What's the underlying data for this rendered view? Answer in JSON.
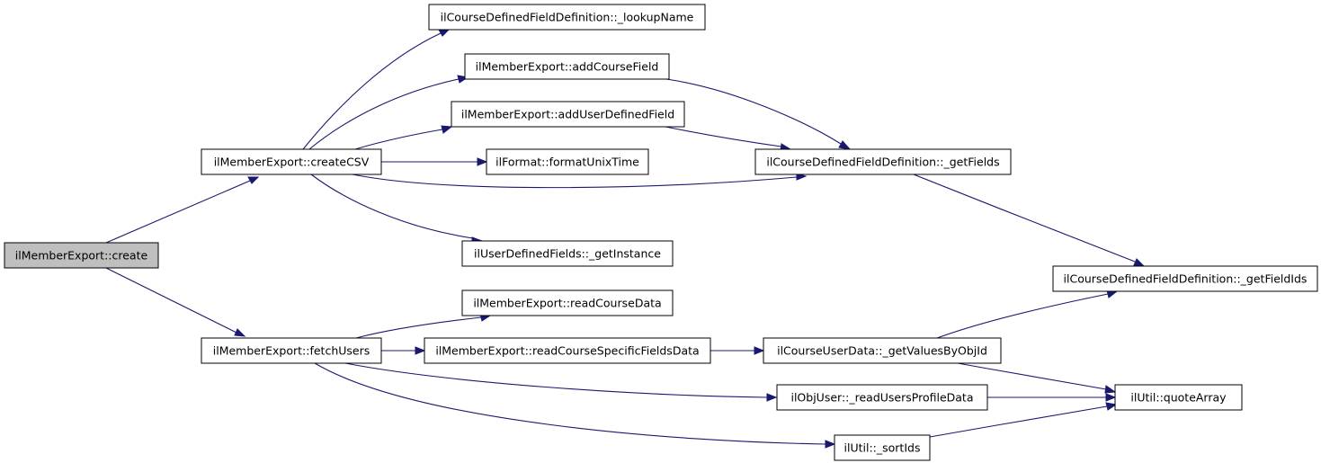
{
  "diagram": {
    "type": "call-graph",
    "colors": {
      "edge": "#191970",
      "node_fill": "#ffffff",
      "root_fill": "#bfbfbf",
      "node_border": "#000000"
    },
    "nodes": [
      {
        "id": "create",
        "label": "ilMemberExport::create",
        "root": true
      },
      {
        "id": "createCSV",
        "label": "ilMemberExport::createCSV"
      },
      {
        "id": "fetchUsers",
        "label": "ilMemberExport::fetchUsers"
      },
      {
        "id": "lookupName",
        "label": "ilCourseDefinedFieldDefinition::_lookupName"
      },
      {
        "id": "addCourseField",
        "label": "ilMemberExport::addCourseField"
      },
      {
        "id": "addUserDefinedField",
        "label": "ilMemberExport::addUserDefinedField"
      },
      {
        "id": "formatUnixTime",
        "label": "ilFormat::formatUnixTime"
      },
      {
        "id": "getInstance",
        "label": "ilUserDefinedFields::_getInstance"
      },
      {
        "id": "getFields",
        "label": "ilCourseDefinedFieldDefinition::_getFields"
      },
      {
        "id": "getFieldIds",
        "label": "ilCourseDefinedFieldDefinition::_getFieldIds"
      },
      {
        "id": "readCourseData",
        "label": "ilMemberExport::readCourseData"
      },
      {
        "id": "readCourseSpecificFieldsData",
        "label": "ilMemberExport::readCourseSpecificFieldsData"
      },
      {
        "id": "getValuesByObjId",
        "label": "ilCourseUserData::_getValuesByObjId"
      },
      {
        "id": "readUsersProfileData",
        "label": "ilObjUser::_readUsersProfileData"
      },
      {
        "id": "sortIds",
        "label": "ilUtil::_sortIds"
      },
      {
        "id": "quoteArray",
        "label": "ilUtil::quoteArray"
      }
    ],
    "edges": [
      {
        "from": "create",
        "to": "createCSV"
      },
      {
        "from": "create",
        "to": "fetchUsers"
      },
      {
        "from": "createCSV",
        "to": "lookupName"
      },
      {
        "from": "createCSV",
        "to": "addCourseField"
      },
      {
        "from": "createCSV",
        "to": "addUserDefinedField"
      },
      {
        "from": "createCSV",
        "to": "formatUnixTime"
      },
      {
        "from": "createCSV",
        "to": "getFields"
      },
      {
        "from": "createCSV",
        "to": "getInstance"
      },
      {
        "from": "addCourseField",
        "to": "getFields"
      },
      {
        "from": "addUserDefinedField",
        "to": "getFields"
      },
      {
        "from": "getFields",
        "to": "getFieldIds"
      },
      {
        "from": "fetchUsers",
        "to": "readCourseData"
      },
      {
        "from": "fetchUsers",
        "to": "readCourseSpecificFieldsData"
      },
      {
        "from": "fetchUsers",
        "to": "readUsersProfileData"
      },
      {
        "from": "fetchUsers",
        "to": "sortIds"
      },
      {
        "from": "readCourseSpecificFieldsData",
        "to": "getValuesByObjId"
      },
      {
        "from": "getValuesByObjId",
        "to": "getFieldIds"
      },
      {
        "from": "getValuesByObjId",
        "to": "quoteArray"
      },
      {
        "from": "readUsersProfileData",
        "to": "quoteArray"
      },
      {
        "from": "sortIds",
        "to": "quoteArray"
      }
    ]
  }
}
